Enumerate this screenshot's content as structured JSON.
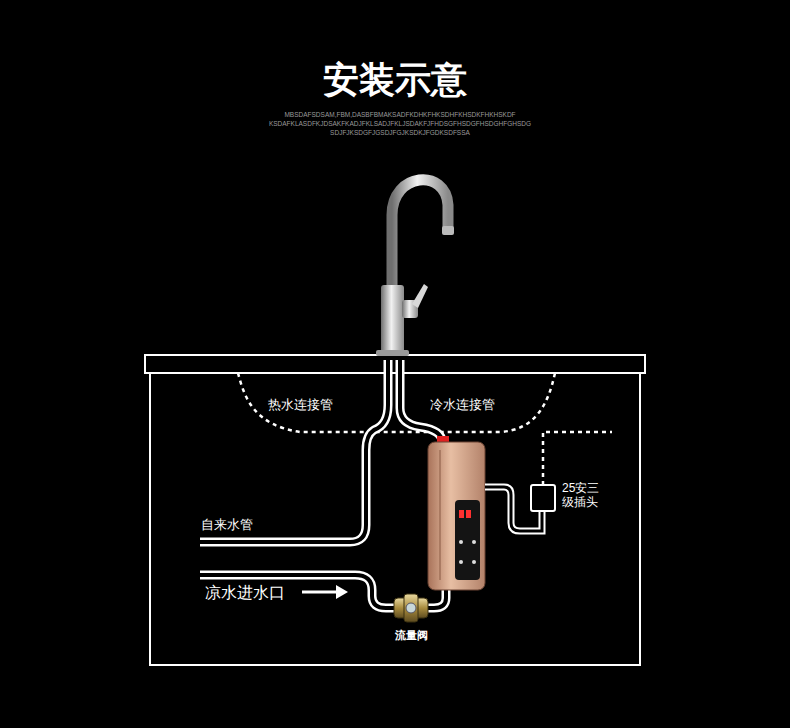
{
  "diagram": {
    "title": "安装示意",
    "labels": [
      "MBSDAFSDSAM,FBM,DASBFBMAKSADFKDHKFHKSDHFKHSDKFHKHSKDF",
      "KSDAFKLASDFKJDSAKFKADJFKLSADJFKLJSDAKFJFHDSGFHSDGFHSDGHFGHSDG",
      "SDJFJKSDGFJGSDJFGJKSDKJFGDKSDFSSA",
      "热水连接管",
      "冷水连接管",
      "自来水管",
      "凉水进水口",
      "25安三 级插头",
      "流量阀"
    ]
  }
}
